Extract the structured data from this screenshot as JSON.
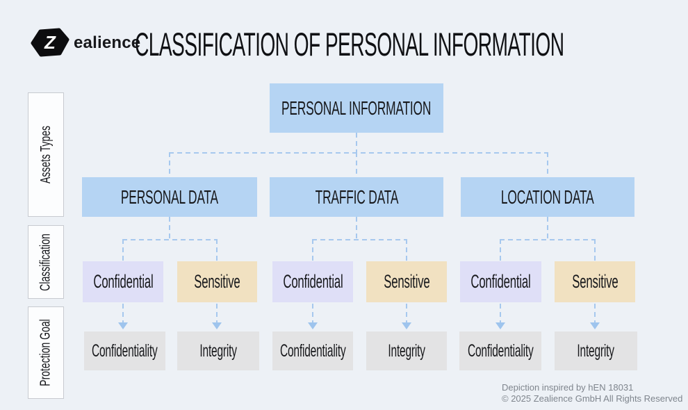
{
  "header": {
    "brand_letter": "Z",
    "brand": "ealience",
    "title": "CLASSIFICATION OF PERSONAL INFORMATION"
  },
  "sidebar": {
    "labels": [
      "Assets Types",
      "Classification",
      "Protection Goal"
    ]
  },
  "tree": {
    "root": "PERSONAL INFORMATION",
    "groups": [
      {
        "name": "PERSONAL DATA",
        "children": [
          {
            "classification": "Confidential",
            "goal": "Confidentiality"
          },
          {
            "classification": "Sensitive",
            "goal": "Integrity"
          }
        ]
      },
      {
        "name": "TRAFFIC DATA",
        "children": [
          {
            "classification": "Confidential",
            "goal": "Confidentiality"
          },
          {
            "classification": "Sensitive",
            "goal": "Integrity"
          }
        ]
      },
      {
        "name": "LOCATION DATA",
        "children": [
          {
            "classification": "Confidential",
            "goal": "Confidentiality"
          },
          {
            "classification": "Sensitive",
            "goal": "Integrity"
          }
        ]
      }
    ]
  },
  "footer": {
    "credit": "Depiction inspired by hEN 18031",
    "copyright": "© 2025 Zealience GmbH All Rights Reserved"
  },
  "colors": {
    "background": "#edf1f6",
    "asset_box": "#b5d4f3",
    "confidential_box": "#dfdff7",
    "sensitive_box": "#f1e1c1",
    "goal_box": "#e3e3e4",
    "connector": "#a6c8ee",
    "text": "#17181b",
    "footer_text": "#7f858d"
  }
}
